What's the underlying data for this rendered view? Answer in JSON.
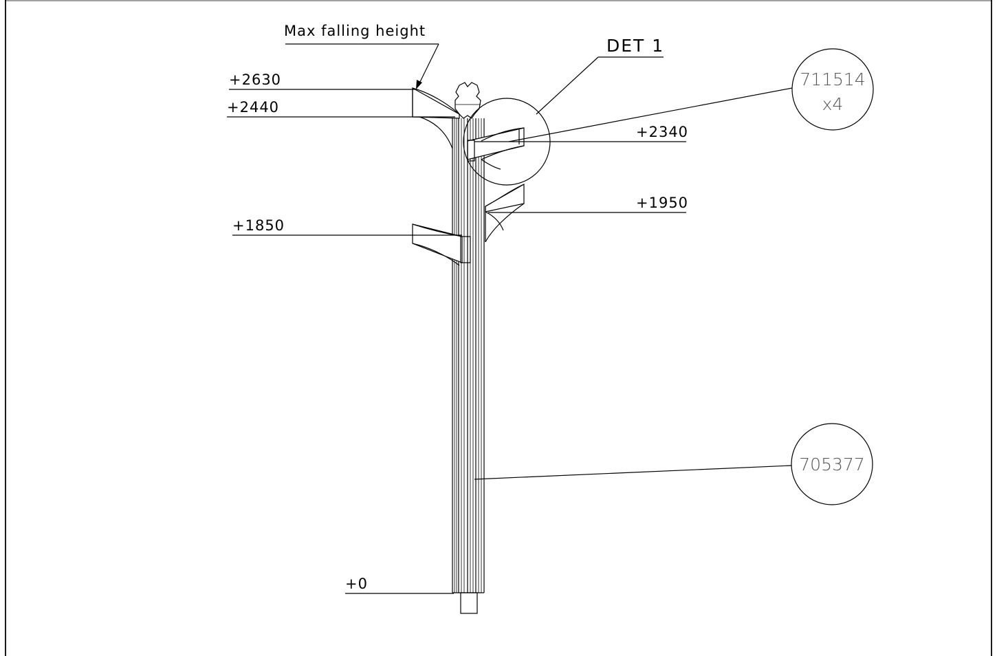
{
  "callouts": {
    "max_falling_height": "Max falling height",
    "detail": "DET 1"
  },
  "elevations": {
    "e2630": "+2630",
    "e2440": "+2440",
    "e2340": "+2340",
    "e1950": "+1950",
    "e1850": "+1850",
    "e0": "+0"
  },
  "part_bubbles": {
    "bracket": {
      "number": "711514",
      "quantity": "x4"
    },
    "post": {
      "number": "705377"
    }
  }
}
